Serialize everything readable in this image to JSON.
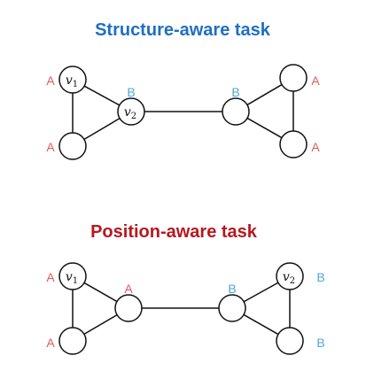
{
  "colors": {
    "structure_title": "#1f6fc1",
    "position_title": "#b7181e",
    "tag_a": "#e05a5a",
    "tag_b": "#4fa8d4",
    "edge": "#111111"
  },
  "panels": [
    {
      "title": "Structure-aware task",
      "title_color": "#1f6fc1",
      "nodes": [
        {
          "id": "L1",
          "label": "v",
          "sub": "1",
          "tag": "A",
          "tag_color": "#e05a5a"
        },
        {
          "id": "L2",
          "label": "v",
          "sub": "2",
          "tag": "B",
          "tag_color": "#4fa8d4"
        },
        {
          "id": "L3",
          "label": "",
          "sub": "",
          "tag": "A",
          "tag_color": "#e05a5a"
        },
        {
          "id": "R1",
          "label": "",
          "sub": "",
          "tag": "B",
          "tag_color": "#4fa8d4"
        },
        {
          "id": "R2",
          "label": "",
          "sub": "",
          "tag": "A",
          "tag_color": "#e05a5a"
        },
        {
          "id": "R3",
          "label": "",
          "sub": "",
          "tag": "A",
          "tag_color": "#e05a5a"
        }
      ]
    },
    {
      "title": "Position-aware task",
      "title_color": "#b7181e",
      "nodes": [
        {
          "id": "L1",
          "label": "v",
          "sub": "1",
          "tag": "A",
          "tag_color": "#e05a5a"
        },
        {
          "id": "L2",
          "label": "",
          "sub": "",
          "tag": "A",
          "tag_color": "#e05a5a"
        },
        {
          "id": "L3",
          "label": "",
          "sub": "",
          "tag": "A",
          "tag_color": "#e05a5a"
        },
        {
          "id": "R1",
          "label": "",
          "sub": "",
          "tag": "B",
          "tag_color": "#4fa8d4"
        },
        {
          "id": "R2",
          "label": "v",
          "sub": "2",
          "tag": "B",
          "tag_color": "#4fa8d4"
        },
        {
          "id": "R3",
          "label": "",
          "sub": "",
          "tag": "B",
          "tag_color": "#4fa8d4"
        }
      ]
    }
  ]
}
